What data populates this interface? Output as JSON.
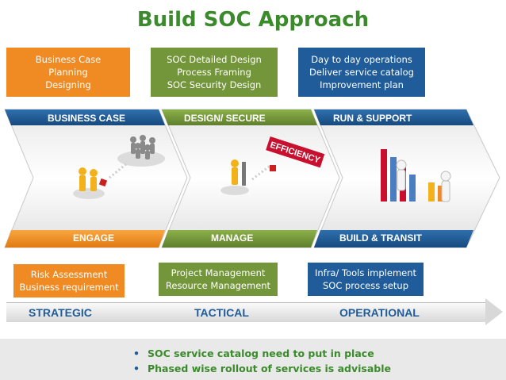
{
  "title": "Build SOC Approach",
  "top_boxes": [
    {
      "lines": [
        "Business Case",
        "Planning",
        "Designing"
      ]
    },
    {
      "lines": [
        "SOC Detailed Design",
        "Process Framing",
        "SOC Security Design"
      ]
    },
    {
      "lines": [
        "Day to day operations",
        "Deliver  service catalog",
        "Improvement plan"
      ]
    }
  ],
  "phase_top": [
    "BUSINESS CASE",
    "DESIGN/ SECURE",
    "RUN & SUPPORT"
  ],
  "phase_bottom": [
    "ENGAGE",
    "MANAGE",
    "BUILD & TRANSIT"
  ],
  "bottom_boxes": [
    {
      "lines": [
        "Risk Assessment",
        "Business requirement"
      ]
    },
    {
      "lines": [
        "Project Management",
        "Resource Management"
      ]
    },
    {
      "lines": [
        "Infra/ Tools implement",
        "SOC process setup"
      ]
    }
  ],
  "bar": [
    "STRATEGIC",
    "TACTICAL",
    "OPERATIONAL"
  ],
  "efficiency_sign": "EFFICIENCY",
  "bullets": [
    "SOC service catalog  need to put in place",
    "Phased wise rollout of services is advisable"
  ]
}
